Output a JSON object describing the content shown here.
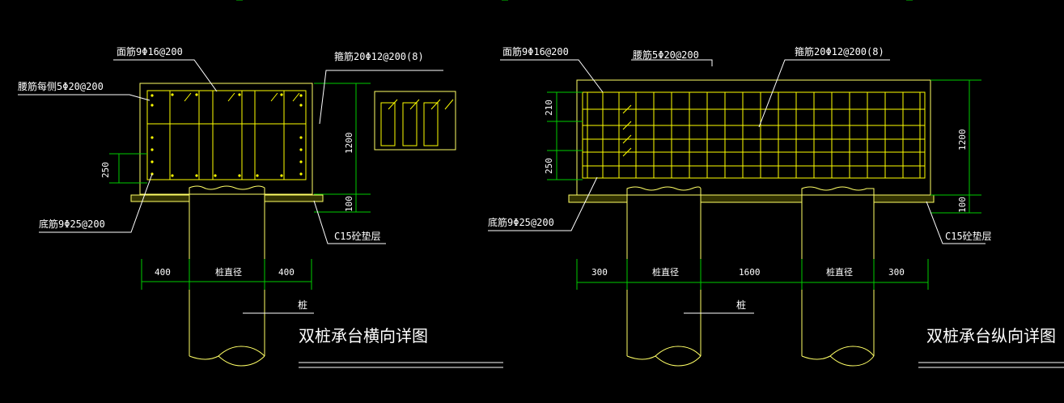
{
  "left": {
    "top_bar_label": "面筋9Φ16@200",
    "stirrup_label": "箍筋20Φ12@200(8)",
    "waist_label": "腰筋每侧5Φ20@200",
    "spacing_label": "250",
    "height_label": "1200",
    "bed_height_label": "100",
    "bottom_bar_label": "底筋9Φ25@200",
    "cushion_label": "C15砼垫层",
    "dim_left": "400",
    "dim_mid": "桩直径",
    "dim_right": "400",
    "pile_label": "桩",
    "title": "双桩承台横向详图"
  },
  "right": {
    "top_bar_label": "面筋9Φ16@200",
    "waist_label": "腰筋5Φ20@200",
    "stirrup_label": "箍筋20Φ12@200(8)",
    "top_spacing_label": "210",
    "spacing_label": "250",
    "height_label": "1200",
    "bed_height_label": "100",
    "bottom_bar_label": "底筋9Φ25@200",
    "cushion_label": "C15砼垫层",
    "dim_left": "300",
    "dim_pile1": "桩直径",
    "dim_mid": "1600",
    "dim_pile2": "桩直径",
    "dim_right": "300",
    "pile_label": "桩",
    "title": "双桩承台纵向详图"
  },
  "colors": {
    "background": "#000000",
    "concrete": "#ffff66",
    "rebar": "#ffff00",
    "dimension": "#00cc00",
    "leader": "#ffffff"
  }
}
